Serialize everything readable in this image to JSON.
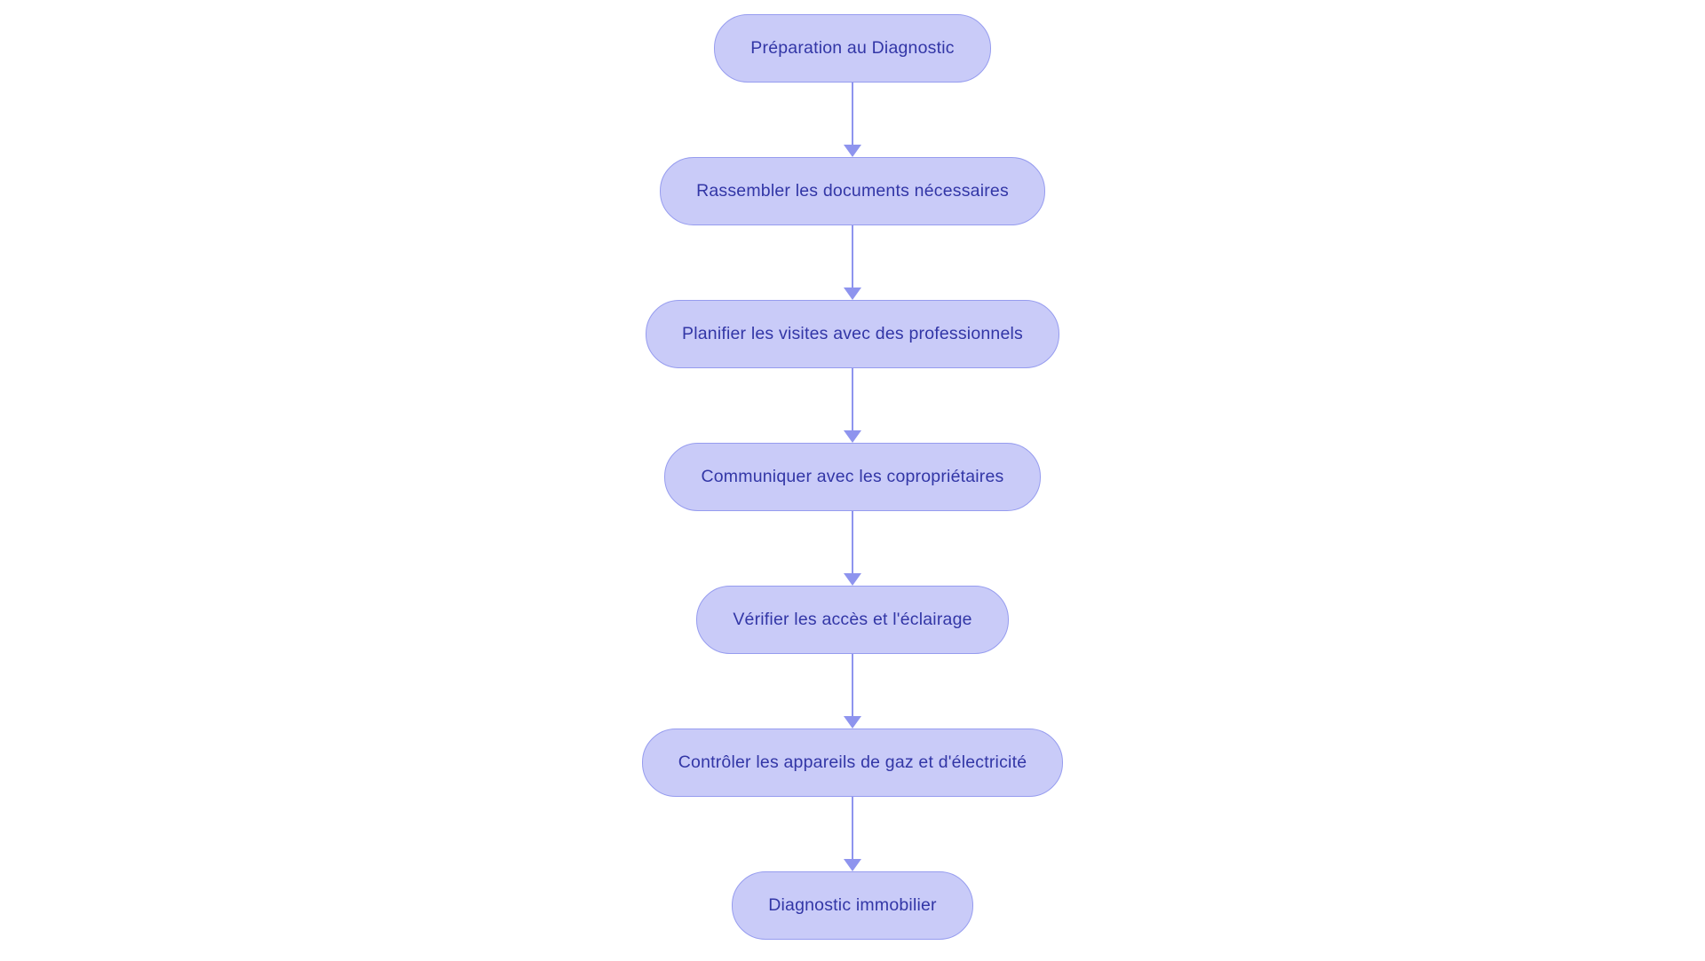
{
  "diagram": {
    "type": "flowchart",
    "direction": "top-to-bottom",
    "background_color": "#ffffff",
    "node_fill_color": "#c9cbf8",
    "node_border_color": "#969cef",
    "node_text_color": "#3236a6",
    "arrow_color": "#8e94ee",
    "nodes": [
      {
        "id": "n1",
        "label": "Préparation au Diagnostic"
      },
      {
        "id": "n2",
        "label": "Rassembler les documents nécessaires"
      },
      {
        "id": "n3",
        "label": "Planifier les visites avec des professionnels"
      },
      {
        "id": "n4",
        "label": "Communiquer avec les copropriétaires"
      },
      {
        "id": "n5",
        "label": "Vérifier les accès et l'éclairage"
      },
      {
        "id": "n6",
        "label": "Contrôler les appareils de gaz et d'électricité"
      },
      {
        "id": "n7",
        "label": "Diagnostic immobilier"
      }
    ],
    "edges": [
      {
        "from": "n1",
        "to": "n2"
      },
      {
        "from": "n2",
        "to": "n3"
      },
      {
        "from": "n3",
        "to": "n4"
      },
      {
        "from": "n4",
        "to": "n5"
      },
      {
        "from": "n5",
        "to": "n6"
      },
      {
        "from": "n6",
        "to": "n7"
      }
    ]
  }
}
